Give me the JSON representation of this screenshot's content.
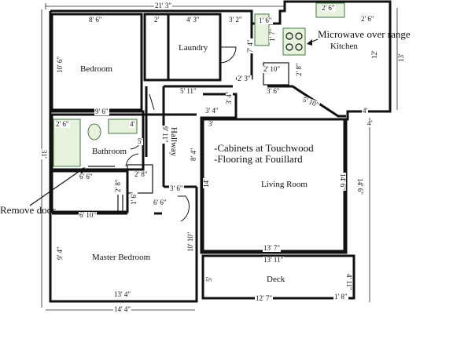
{
  "rooms": {
    "bedroom": "Bedroom",
    "laundry": "Laundry",
    "kitchen": "Kitchen",
    "bathroom": "Bathroom",
    "hallway": "Hallway",
    "living_room": "Living Room",
    "master_bedroom": "Master Bedroom",
    "deck": "Deck"
  },
  "notes": {
    "microwave": "Microwave over range",
    "remove_door": "Remove door",
    "cabinets": "-Cabinets at Touchwood",
    "flooring": "-Flooring at Fouillard"
  },
  "dimensions": {
    "top_overall": "21' 3\"",
    "bedroom_width": "8' 6\"",
    "closet_2": "2'",
    "laundry_width": "4' 3\"",
    "laundry_right": "3' 2\"",
    "kitchen_a": "1' 6\"",
    "kitchen_top_a": "2' 6\"",
    "kitchen_top_b": "2' 6\"",
    "bedroom_height": "10' 6\"",
    "kitchen_side_a": "1' 7\"",
    "kitchen_side_b": "7' 4\"",
    "kitchen_height": "12'",
    "right_overall": "13'",
    "kitchen_2_10": "2' 10\"",
    "kitchen_2_3": "2' 3\"",
    "kitchen_2_8": "2' 8\"",
    "hall_5_11": "5' 11\"",
    "kitchen_3_6": "3' 6\"",
    "kitchen_5_10": "5' 10\"",
    "bedroom_bottom": "9' 6\"",
    "hall_3_4": "3' 4\"",
    "hall_3_4_v": "3' 4\"",
    "kitchen_4": "4'",
    "living_4": "4'",
    "bath_2_6": "2' 6\"",
    "bath_4": "4'",
    "living_3": "3'",
    "left_overall": "31'",
    "hallway_9_11": "9' 11\"",
    "bath_5": "5'",
    "living_8_4": "8' 4\"",
    "hall_2_8": "2' 8\"",
    "bath_6_6": "6' 6\"",
    "bath_2_8": "2' 8\"",
    "living_14": "14'",
    "living_14_6": "14' 6\"",
    "right_14_6": "14' 6\"",
    "hall_3_6": "3' 6\"",
    "hall_1_6": "1' 6\"",
    "hall_6_6": "6' 6\"",
    "master_6_10": "6' 10\"",
    "master_9_4": "9' 4\"",
    "master_10_10": "10' 10\"",
    "living_13_7": "13' 7\"",
    "deck_13_11": "13' 11\"",
    "deck_5": "5'",
    "deck_4_11": "4' 11\"",
    "master_13_4": "13' 4\"",
    "deck_12_7": "12' 7\"",
    "deck_1_8": "1' 8\"",
    "bottom_overall": "14' 4\""
  }
}
